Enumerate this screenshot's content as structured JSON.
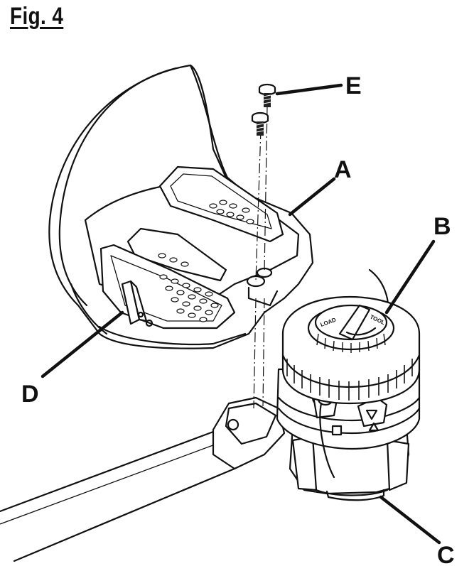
{
  "figure": {
    "title": "Fig. 4"
  },
  "callouts": {
    "A": "A",
    "B": "B",
    "C": "C",
    "D": "D",
    "E": "E"
  },
  "spool_labels": {
    "load": "LOAD",
    "tool": "TOOL"
  }
}
